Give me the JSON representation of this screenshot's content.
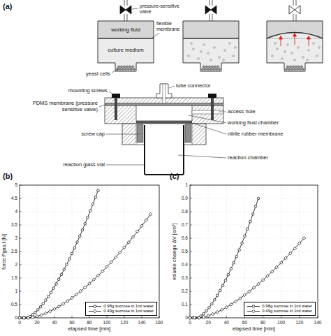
{
  "diagram": {
    "labels": [
      "(a)",
      "pressure-sensitive valve",
      "flexible membrane",
      "working fluid",
      "culture medium",
      "yeast cells",
      "tube connector",
      "mounting screws",
      "PDMS membrane (pressure sensitive valve)",
      "access hole",
      "screw cap",
      "working fluid chamber",
      "nitrile rubber membrane",
      "reaction chamber",
      "reaction glass vial",
      "(b)",
      "force Fgas,t [N]",
      "elapsed time [min]",
      "0",
      "0.5",
      "1",
      "1.5",
      "2",
      "2.5",
      "3",
      "3.5",
      "4",
      "4.5",
      "5",
      "0",
      "20",
      "40",
      "60",
      "80",
      "100",
      "120",
      "140",
      "160",
      "(c)",
      "volume change ΔV [cm³]",
      "elapsed time [min]",
      "0",
      "0.1",
      "0.2",
      "0.3",
      "0.4",
      "0.5",
      "0.6",
      "0.7",
      "0.8",
      "0.9",
      "1",
      "0",
      "20",
      "40",
      "60",
      "80",
      "100",
      "120",
      "140"
    ],
    "legend": [
      {
        "text": "0.98g sucrose in 1ml water"
      },
      {
        "text": "0.49g sucrose in 1ml water"
      },
      {
        "text": "0.98g sucrose in 1ml water"
      },
      {
        "text": "0.49g sucrose in 1ml water"
      }
    ]
  }
}
